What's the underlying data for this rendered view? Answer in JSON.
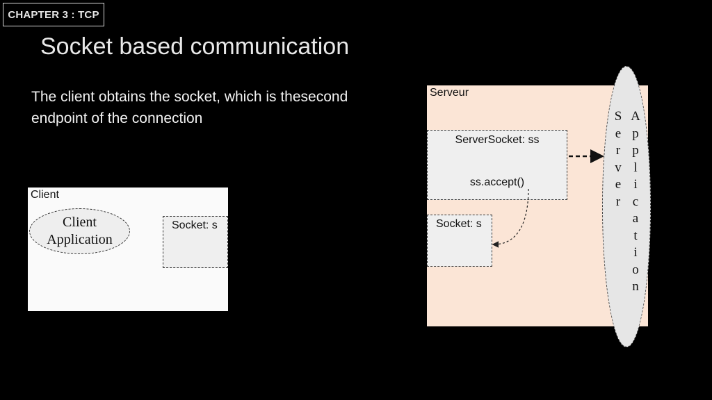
{
  "header": {
    "chapter": "CHAPTER 3 : TCP"
  },
  "title": "Socket based communication",
  "body_text": "The client obtains the socket, which is thesecond endpoint of the connection",
  "client": {
    "label": "Client",
    "app_line1": "Client",
    "app_line2": "Application",
    "socket": "Socket: s"
  },
  "server": {
    "label": "Serveur",
    "serversocket": "ServerSocket: ss",
    "accept": "ss.accept()",
    "socket": "Socket: s",
    "app_word1": "Server",
    "app_word2": "Application"
  },
  "colors": {
    "background": "#000000",
    "server_fill": "#fbe5d6",
    "client_fill": "#fafafa"
  }
}
